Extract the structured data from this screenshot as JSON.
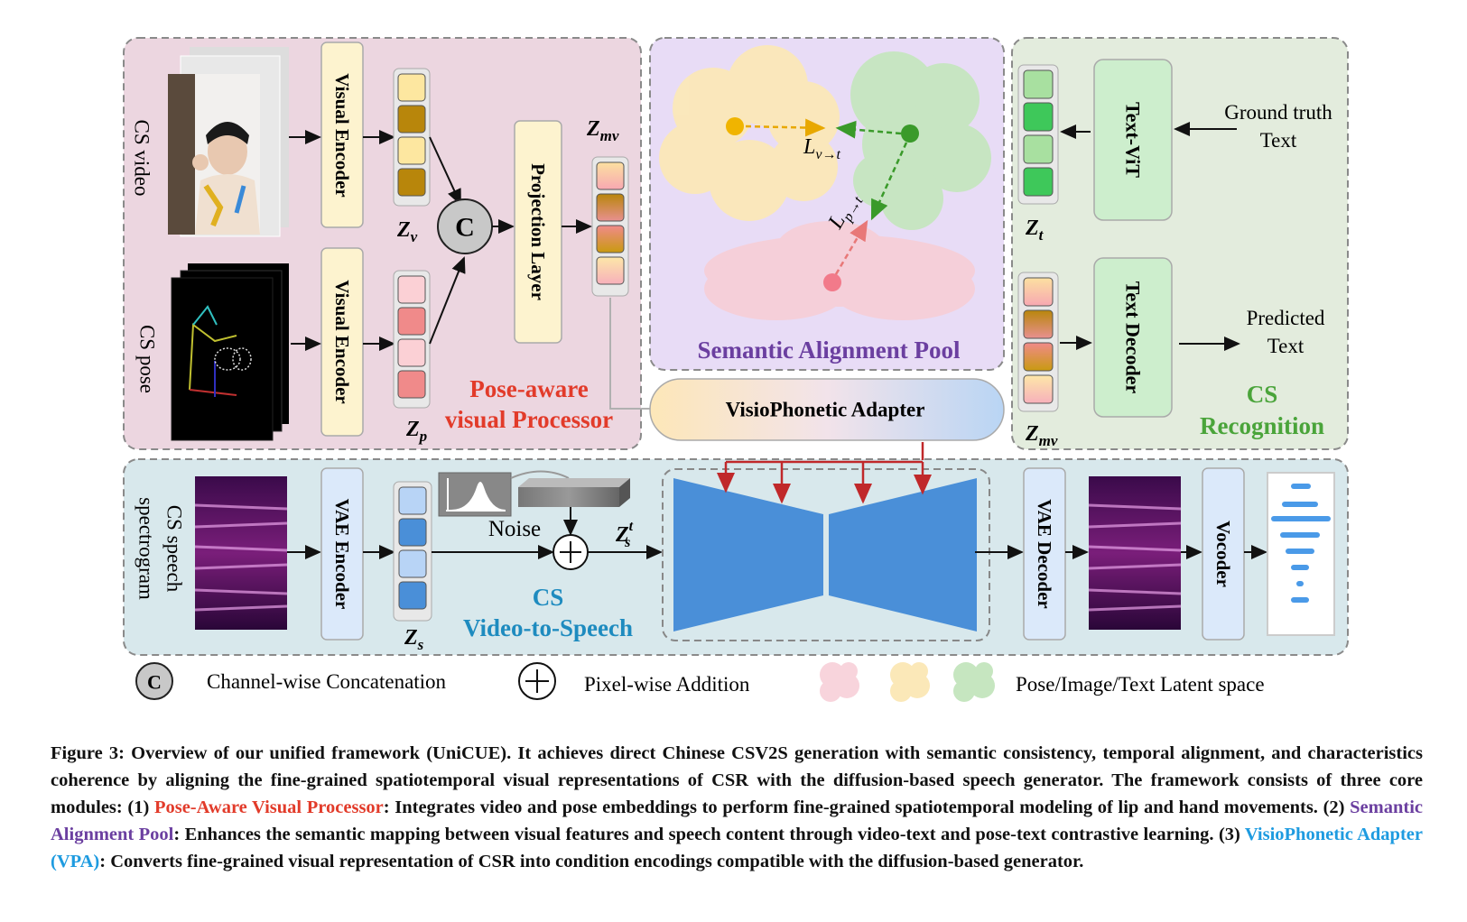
{
  "panels": {
    "pose_processor": {
      "title_line1": "Pose-aware",
      "title_line2": "visual Processor"
    },
    "alignment_pool": {
      "title": "Semantic Alignment Pool"
    },
    "recognition": {
      "title_line1": "CS",
      "title_line2": "Recognition"
    },
    "video_to_speech": {
      "title_line1": "CS",
      "title_line2": "Video-to-Speech"
    }
  },
  "inputs": {
    "cs_video": "CS video",
    "cs_pose": "CS pose",
    "spectrogram": [
      "CS speech",
      "spectrogram"
    ],
    "ground_truth": [
      "Ground truth",
      "Text"
    ],
    "predicted": [
      "Predicted",
      "Text"
    ]
  },
  "blocks": {
    "visual_encoder_1": "Visual Encoder",
    "visual_encoder_2": "Visual Encoder",
    "projection": "Projection Layer",
    "text_vit": "Text-ViT",
    "text_decoder": "Text Decoder",
    "vpa": "VisioPhonetic Adapter",
    "vae_encoder": "VAE Encoder",
    "vae_decoder": "VAE Decoder",
    "vocoder": "Vocoder",
    "noise": "Noise",
    "concat_symbol": "C"
  },
  "latents": {
    "zv": {
      "main": "Z",
      "sub": "v"
    },
    "zp": {
      "main": "Z",
      "sub": "p"
    },
    "zmv": {
      "main": "Z",
      "sub": "mv"
    },
    "zt": {
      "main": "Z",
      "sub": "t"
    },
    "zmv2": {
      "main": "Z",
      "sub": "mv"
    },
    "zs": {
      "main": "Z",
      "sub": "s"
    },
    "zst": {
      "main": "Z",
      "sub": "s",
      "sup": "t"
    }
  },
  "losses": {
    "lvt": {
      "main": "L",
      "sub": "v→t"
    },
    "lpt": {
      "main": "L",
      "sub": "p→t"
    }
  },
  "legend": {
    "concat": "Channel-wise Concatenation",
    "addition": "Pixel-wise Addition",
    "latent": "Pose/Image/Text Latent space"
  },
  "caption": {
    "p1": "Figure 3: Overview of our unified framework (UniCUE). It achieves direct Chinese CSV2S generation with semantic consistency, temporal alignment, and characteristics coherence by aligning the fine-grained spatiotemporal visual representations of CSR with the diffusion-based speech generator. The framework consists of three core modules: (1) ",
    "m1": "Pose-Aware Visual Processor",
    "p2": ": Integrates video and pose embeddings to perform fine-grained spatiotemporal modeling of lip and hand movements. (2) ",
    "m2": "Semantic Alignment Pool",
    "p3": ": Enhances the semantic mapping between visual features and speech content through video-text and pose-text contrastive learning. (3) ",
    "m3": "VisioPhonetic Adapter (VPA)",
    "p4": ": Converts fine-grained visual representation of CSR into condition encodings compatible with the diffusion-based generator."
  },
  "colors": {
    "pink_panel": "#ecd6e0",
    "purple_panel": "#e8dcf6",
    "green_panel": "#e3ecdd",
    "blue_panel": "#d8e8ec",
    "block_yellow": "#fdf3cf",
    "block_green": "#cdeecd",
    "block_blue": "#dbe9fa",
    "unet_blue": "#4a8fd8",
    "red": "#e23b2a",
    "purple": "#6b3fa0",
    "green_text": "#4aa43a",
    "blue_text": "#1e8bbf"
  }
}
